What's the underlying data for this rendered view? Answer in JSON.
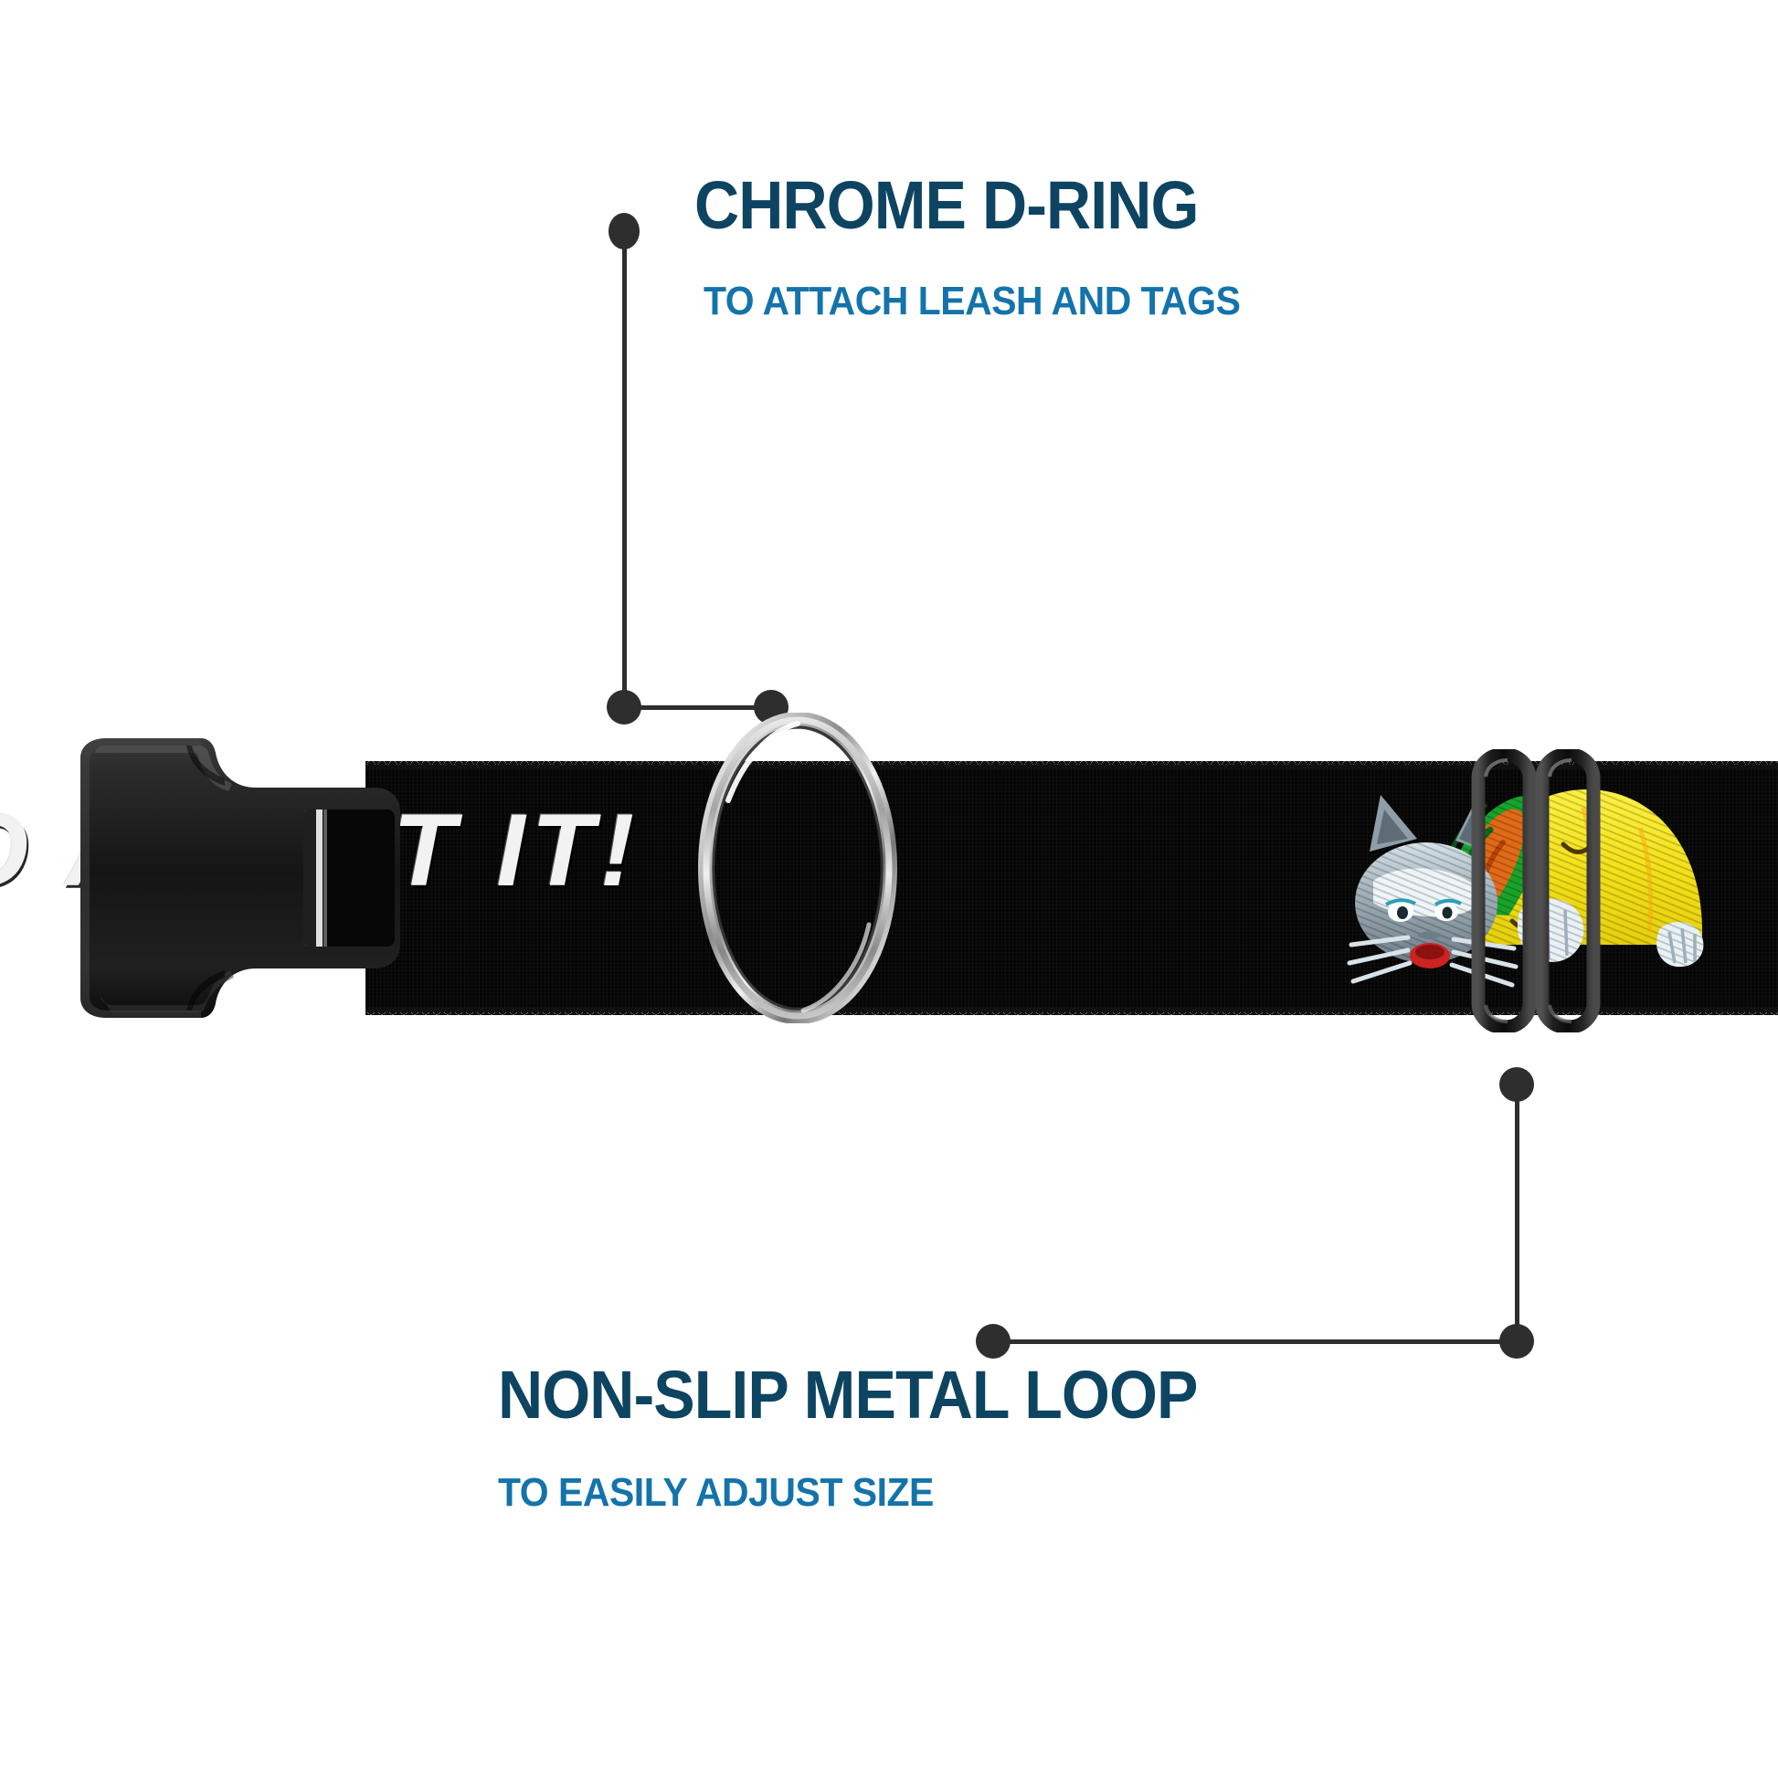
{
  "page": {
    "background_color": "#ffffff",
    "type": "product-feature-infographic",
    "product": "dog collar"
  },
  "callouts": [
    {
      "id": "chrome-d-ring",
      "title": "CHROME D-RING",
      "subtitle": "TO ATTACH LEASH AND TAGS",
      "title_color": "#0d4461",
      "subtitle_color": "#1473ab",
      "leader_color": "#2e2e2e",
      "points_at": "d-ring"
    },
    {
      "id": "non-slip-metal-loop",
      "title": "NON-SLIP METAL LOOP",
      "subtitle": "TO EASILY ADJUST SIZE",
      "title_color": "#0d4461",
      "subtitle_color": "#1473ab",
      "leader_color": "#2e2e2e",
      "points_at": "metal-slider-loop"
    }
  ],
  "collar": {
    "webbing_color": "#050505",
    "printed_text": "O ABOUT IT!",
    "printed_text_color": "#f2f2f2",
    "hardware": {
      "buckle": {
        "name": "side-release-buckle",
        "color": "#1c1c1c",
        "material": "black plastic"
      },
      "d_ring": {
        "name": "d-ring",
        "color": "#c9c9c9",
        "material": "chrome"
      },
      "slider_loop": {
        "name": "metal-slider-loop",
        "color": "#141414",
        "material": "coated metal"
      }
    },
    "artwork": {
      "name": "cat-holding-taco",
      "cat_fur_color": "#9aa6ad",
      "cat_nose_color": "#cc2222",
      "taco_shell_color": "#f2e017",
      "taco_lettuce_color": "#18a22a",
      "taco_filling_color": "#e06a16"
    }
  }
}
